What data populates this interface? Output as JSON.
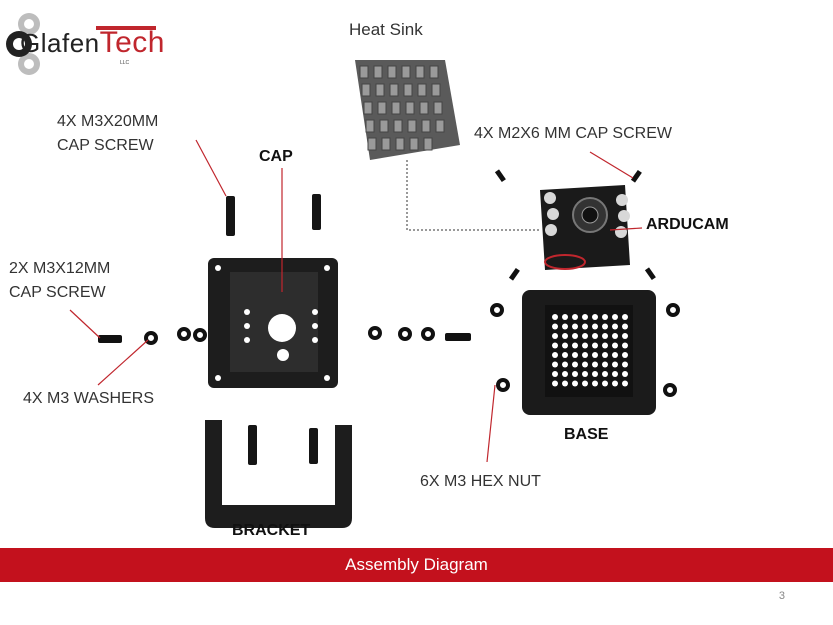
{
  "logo": {
    "brand_prefix": "G",
    "brand_mid": "lafen",
    "brand_suffix": "Tech",
    "sub": "LLC"
  },
  "labels": {
    "heat_sink": "Heat Sink",
    "screw_m3x20": "4X M3X20MM\nCAP SCREW",
    "cap": "CAP",
    "screw_m2x6": "4X M2X6 MM CAP SCREW",
    "arducam": "ARDUCAM",
    "screw_m3x12": "2X M3X12MM\nCAP SCREW",
    "washers": "4X M3 WASHERS",
    "base": "BASE",
    "hex_nut": "6X M3 HEX NUT",
    "bracket": "BRACKET"
  },
  "footer": {
    "title": "Assembly Diagram",
    "page": "3"
  },
  "colors": {
    "banner": "#c3111d",
    "leader": "#c0262d",
    "part": "#1a1a1a",
    "led": "#ffffff"
  }
}
